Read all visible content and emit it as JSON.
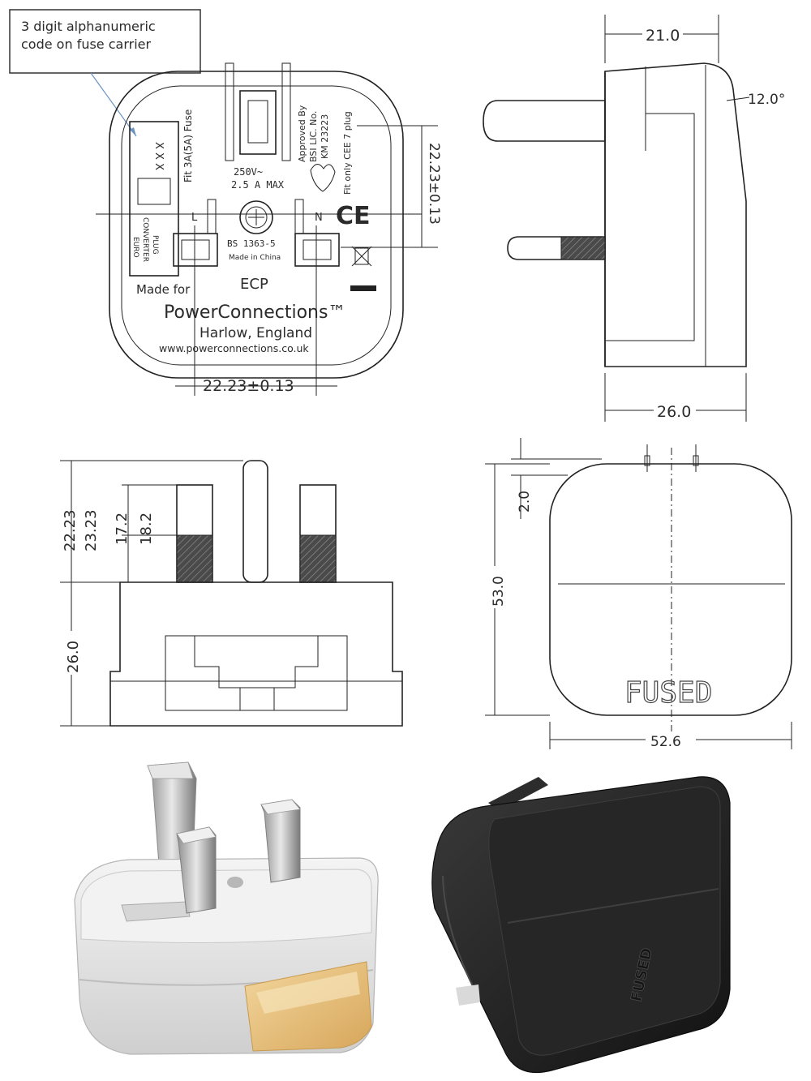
{
  "callout": {
    "line1": "3 digit alphanumeric",
    "line2": "code on fuse carrier"
  },
  "front_view": {
    "fuse_code": "X X X",
    "fuse_rating": "Fit 3A(5A) Fuse",
    "voltage": "250V~",
    "current": "2.5 A MAX",
    "approval_1": "Approved By",
    "approval_2": "BSI LIC. No.",
    "approval_3": "KM 23223",
    "fit_only": "Fit only CEE 7 plug",
    "ce_mark": "CE",
    "live_label": "L",
    "neutral_label": "N",
    "standard": "BS 1363-5",
    "origin": "Made in China",
    "euro_label_1": "EURO",
    "euro_label_2": "CONVERTER",
    "euro_label_3": "PLUG",
    "made_for": "Made for",
    "brand_code": "ECP",
    "brand_name": "PowerConnections™",
    "brand_location": "Harlow, England",
    "website": "www.powerconnections.co.uk",
    "dim_horizontal": "22.23±0.13",
    "dim_vertical": "22.23±0.13"
  },
  "side_view": {
    "dim_top": "21.0",
    "dim_angle": "12.0°",
    "dim_bottom": "26.0"
  },
  "pin_view": {
    "dim_22": "22.23",
    "dim_23": "23.23",
    "dim_17": "17.2",
    "dim_18": "18.2",
    "dim_26": "26.0"
  },
  "top_view": {
    "dim_2": "2.0",
    "dim_53": "53.0",
    "dim_52": "52.6",
    "fused_label": "FUSED"
  },
  "photos": {
    "black_fused_label": "FUSED"
  },
  "colors": {
    "line": "#222222",
    "white_plastic": "#e6e6e6",
    "black_plastic": "#1f1f1f",
    "callout_arrow": "#6a93c4",
    "amber_window": "#e8c27a"
  }
}
